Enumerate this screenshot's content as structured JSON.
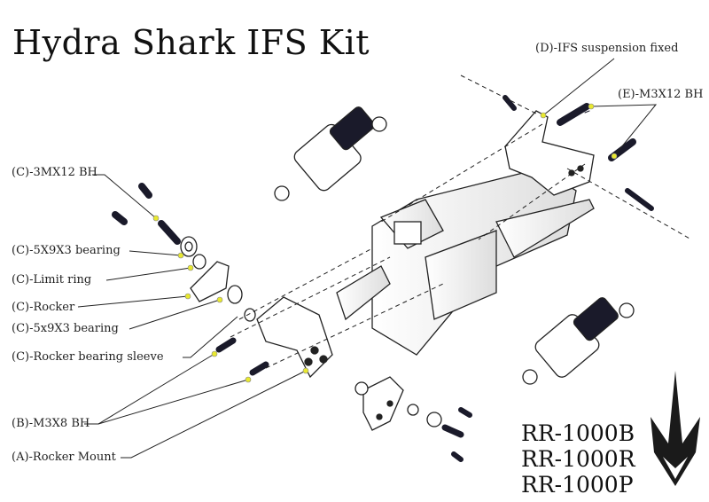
{
  "title": "Hydra Shark IFS Kit",
  "labels": {
    "d_ifs": "(D)-IFS suspension fixed",
    "e_screw": "(E)-M3X12 BH",
    "c_screw": "(C)-3MX12 BH",
    "c_bearing1": "(C)-5X9X3 bearing",
    "c_limit": "(C)-Limit ring",
    "c_rocker": "(C)-Rocker",
    "c_bearing2": "(C)-5x9X3 bearing",
    "c_sleeve": "(C)-Rocker bearing sleeve",
    "b_screw": "(B)-M3X8 BH",
    "a_mount": "(A)-Rocker Mount"
  },
  "part_numbers": [
    "RR-1000B",
    "RR-1000R",
    "RR-1000P"
  ],
  "colors": {
    "callout_dot": "#e8e830",
    "line": "#222222",
    "part_dark": "#1a1a2a"
  }
}
